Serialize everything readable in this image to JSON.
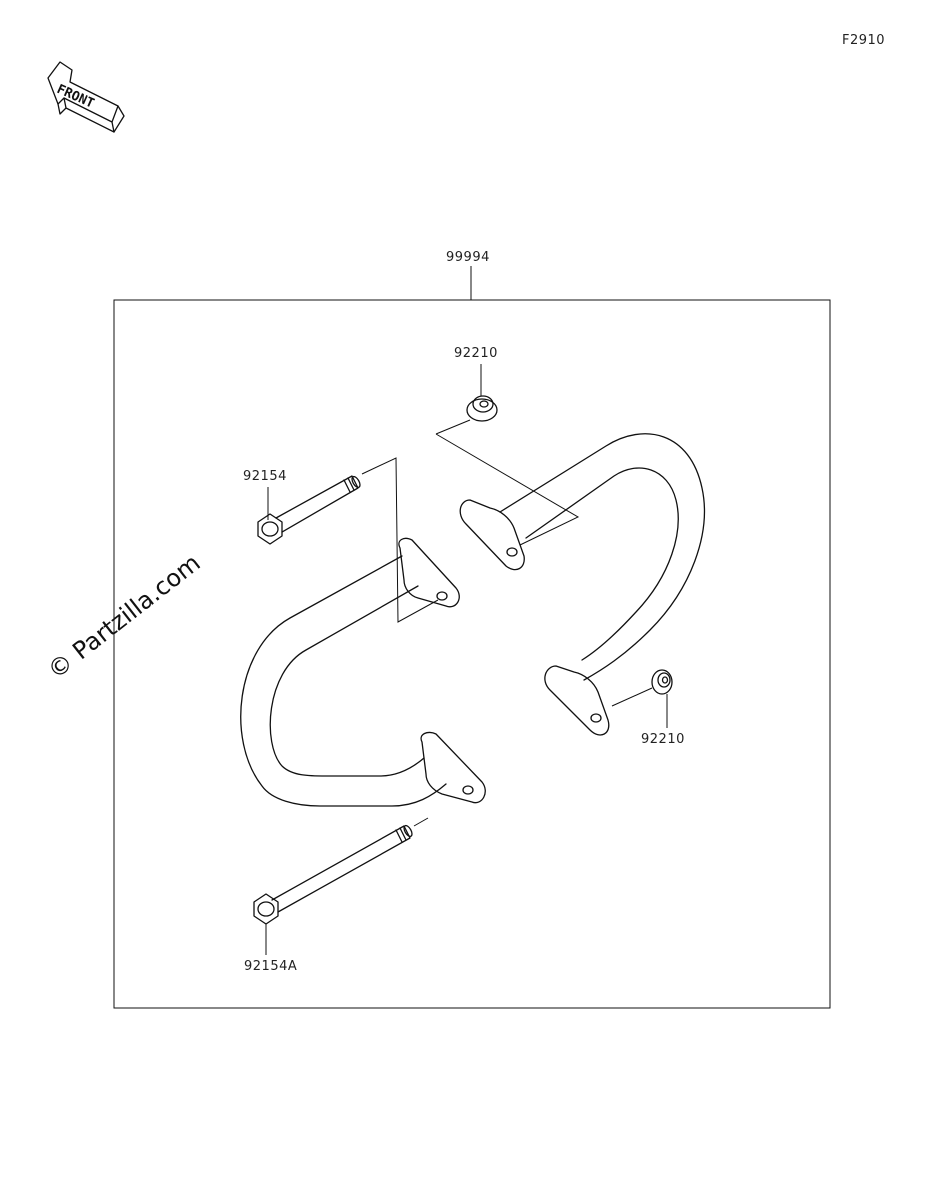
{
  "figure_code": "F2910",
  "front_label": "FRONT",
  "watermark": "© Partzilla.com",
  "parts": {
    "kit": "99994",
    "nut_top": "92210",
    "nut_right": "92210",
    "bolt_short": "92154",
    "bolt_long": "92154A"
  },
  "colors": {
    "line": "#111111",
    "text": "#222222",
    "background": "#ffffff"
  }
}
